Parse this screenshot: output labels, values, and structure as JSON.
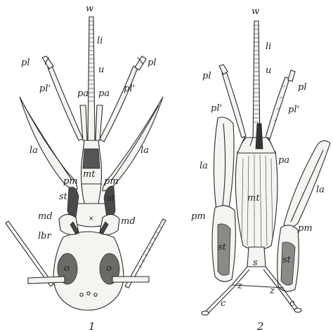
{
  "figure1": {
    "caption": "1",
    "labels": {
      "w": "w",
      "li": "li",
      "u": "u",
      "pl_left": "pl",
      "pl_right": "pl",
      "pl_prime_left": "pl'",
      "pl_prime_right": "pl'",
      "pa_left": "pa",
      "pa_right": "pa",
      "la_left": "la",
      "la_right": "la",
      "pm_left": "pm",
      "pm_right": "pm",
      "mt": "mt",
      "st_left": "st",
      "st_right": "st",
      "md_left": "md",
      "md_right": "md",
      "lbr": "lbr",
      "o_left": "o",
      "o_right": "o"
    }
  },
  "figure2": {
    "caption": "2",
    "labels": {
      "w": "w",
      "li": "li",
      "u": "u",
      "pl_left": "pl",
      "pl_right": "pl",
      "pl_prime_left": "pl'",
      "pl_prime_right": "pl'",
      "pa": "pa",
      "la_left": "la",
      "la_right": "la",
      "mt": "mt",
      "pm_left": "pm",
      "pm_right": "pm",
      "st_left": "st",
      "st_right": "st",
      "s": "s",
      "z_left": "z",
      "z_right": "z",
      "c_left": "c",
      "c_right": "c"
    }
  }
}
